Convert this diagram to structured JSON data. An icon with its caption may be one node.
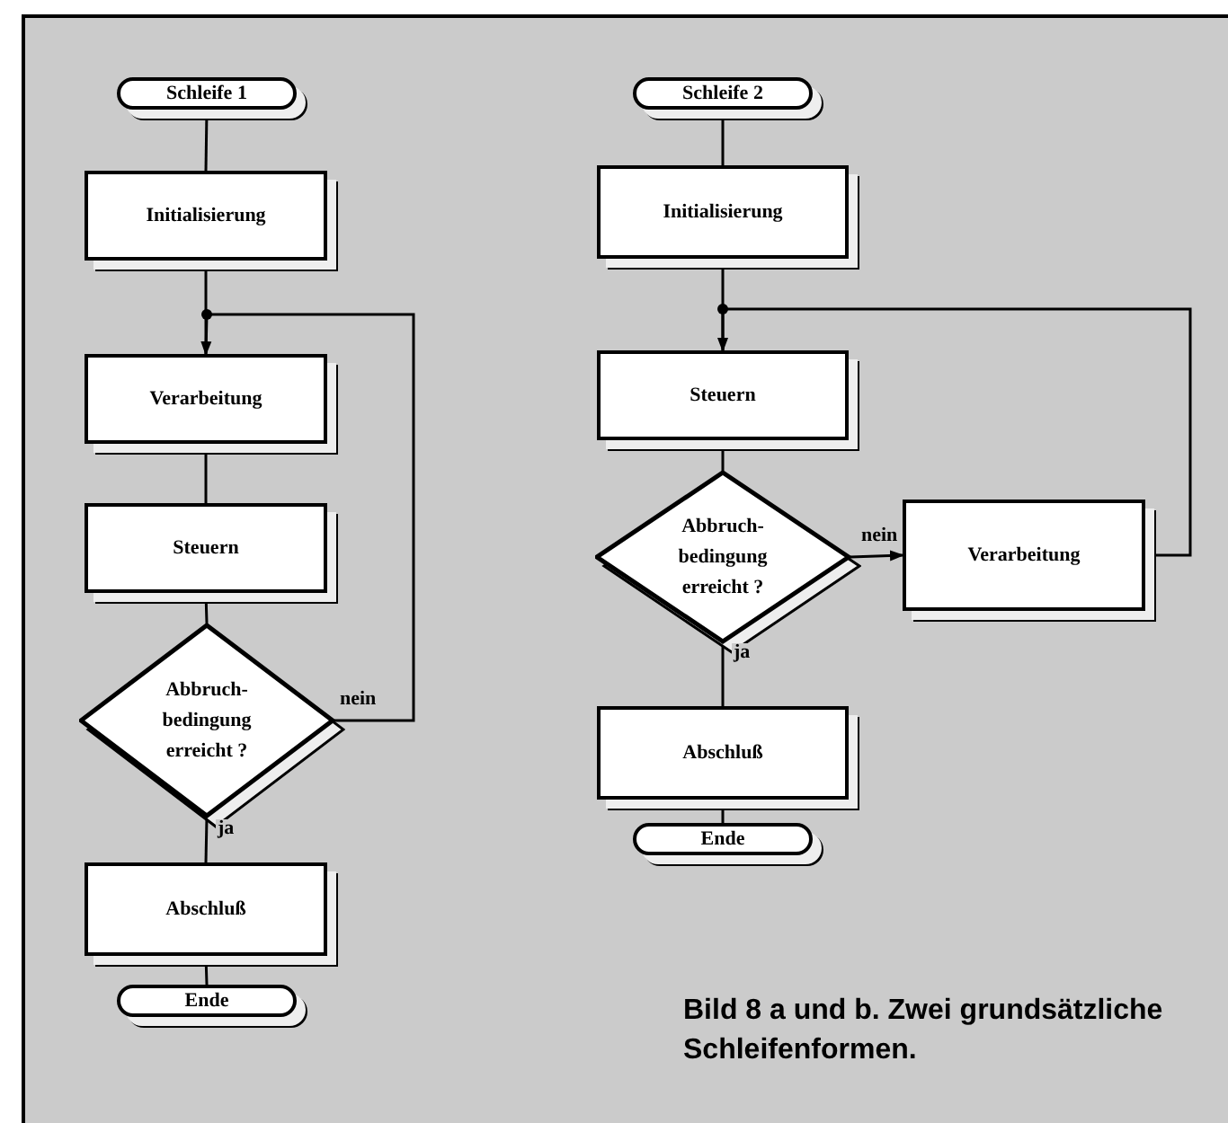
{
  "diagram": {
    "caption": "Bild 8 a und b. Zwei grundsätzliche Schleifenformen.",
    "nodes": [
      {
        "text": [
          "Schleife 1"
        ]
      },
      {
        "text": [
          "Initialisierung"
        ]
      },
      {
        "text": [
          "Verarbeitung"
        ]
      },
      {
        "text": [
          "Steuern"
        ]
      },
      {
        "text": [
          "Abbruch- bedingung erreicht ?"
        ]
      },
      {
        "text": [
          "Abschluß"
        ]
      },
      {
        "text": [
          "Ende"
        ]
      },
      {
        "text": [
          "Schleife 2"
        ]
      },
      {
        "text": [
          "Initialisierung"
        ]
      },
      {
        "text": [
          "Steuern"
        ]
      },
      {
        "text": [
          "Abbruch- bedingung erreicht ?"
        ]
      },
      {
        "text": [
          "Verarbeitung"
        ]
      },
      {
        "text": [
          "Abschluß"
        ]
      },
      {
        "text": [
          "Ende"
        ]
      }
    ],
    "edges": [
      {
        "from": 0,
        "to": 1,
        "arrow": "none"
      },
      {
        "from": 1,
        "to": 2,
        "arrow": "none"
      },
      {
        "from": 2,
        "to": 3,
        "arrow": "none"
      },
      {
        "from": 3,
        "to": 4,
        "arrow": "none"
      },
      {
        "from": 4,
        "to": 5,
        "arrow": "none",
        "label": "ja"
      },
      {
        "from": 5,
        "to": 6,
        "arrow": "none"
      },
      {
        "from": 4,
        "to": 2,
        "arrow": "to",
        "label": "nein"
      },
      {
        "from": 7,
        "to": 8,
        "arrow": "none"
      },
      {
        "from": 8,
        "to": 9,
        "arrow": "none"
      },
      {
        "from": 9,
        "to": 10,
        "arrow": "none"
      },
      {
        "from": 10,
        "to": 11,
        "arrow": "to",
        "label": "nein"
      },
      {
        "from": 11,
        "to": 9,
        "arrow": "to"
      },
      {
        "from": 10,
        "to": 12,
        "arrow": "none",
        "label": "ja"
      },
      {
        "from": 12,
        "to": 13,
        "arrow": "none"
      }
    ]
  }
}
